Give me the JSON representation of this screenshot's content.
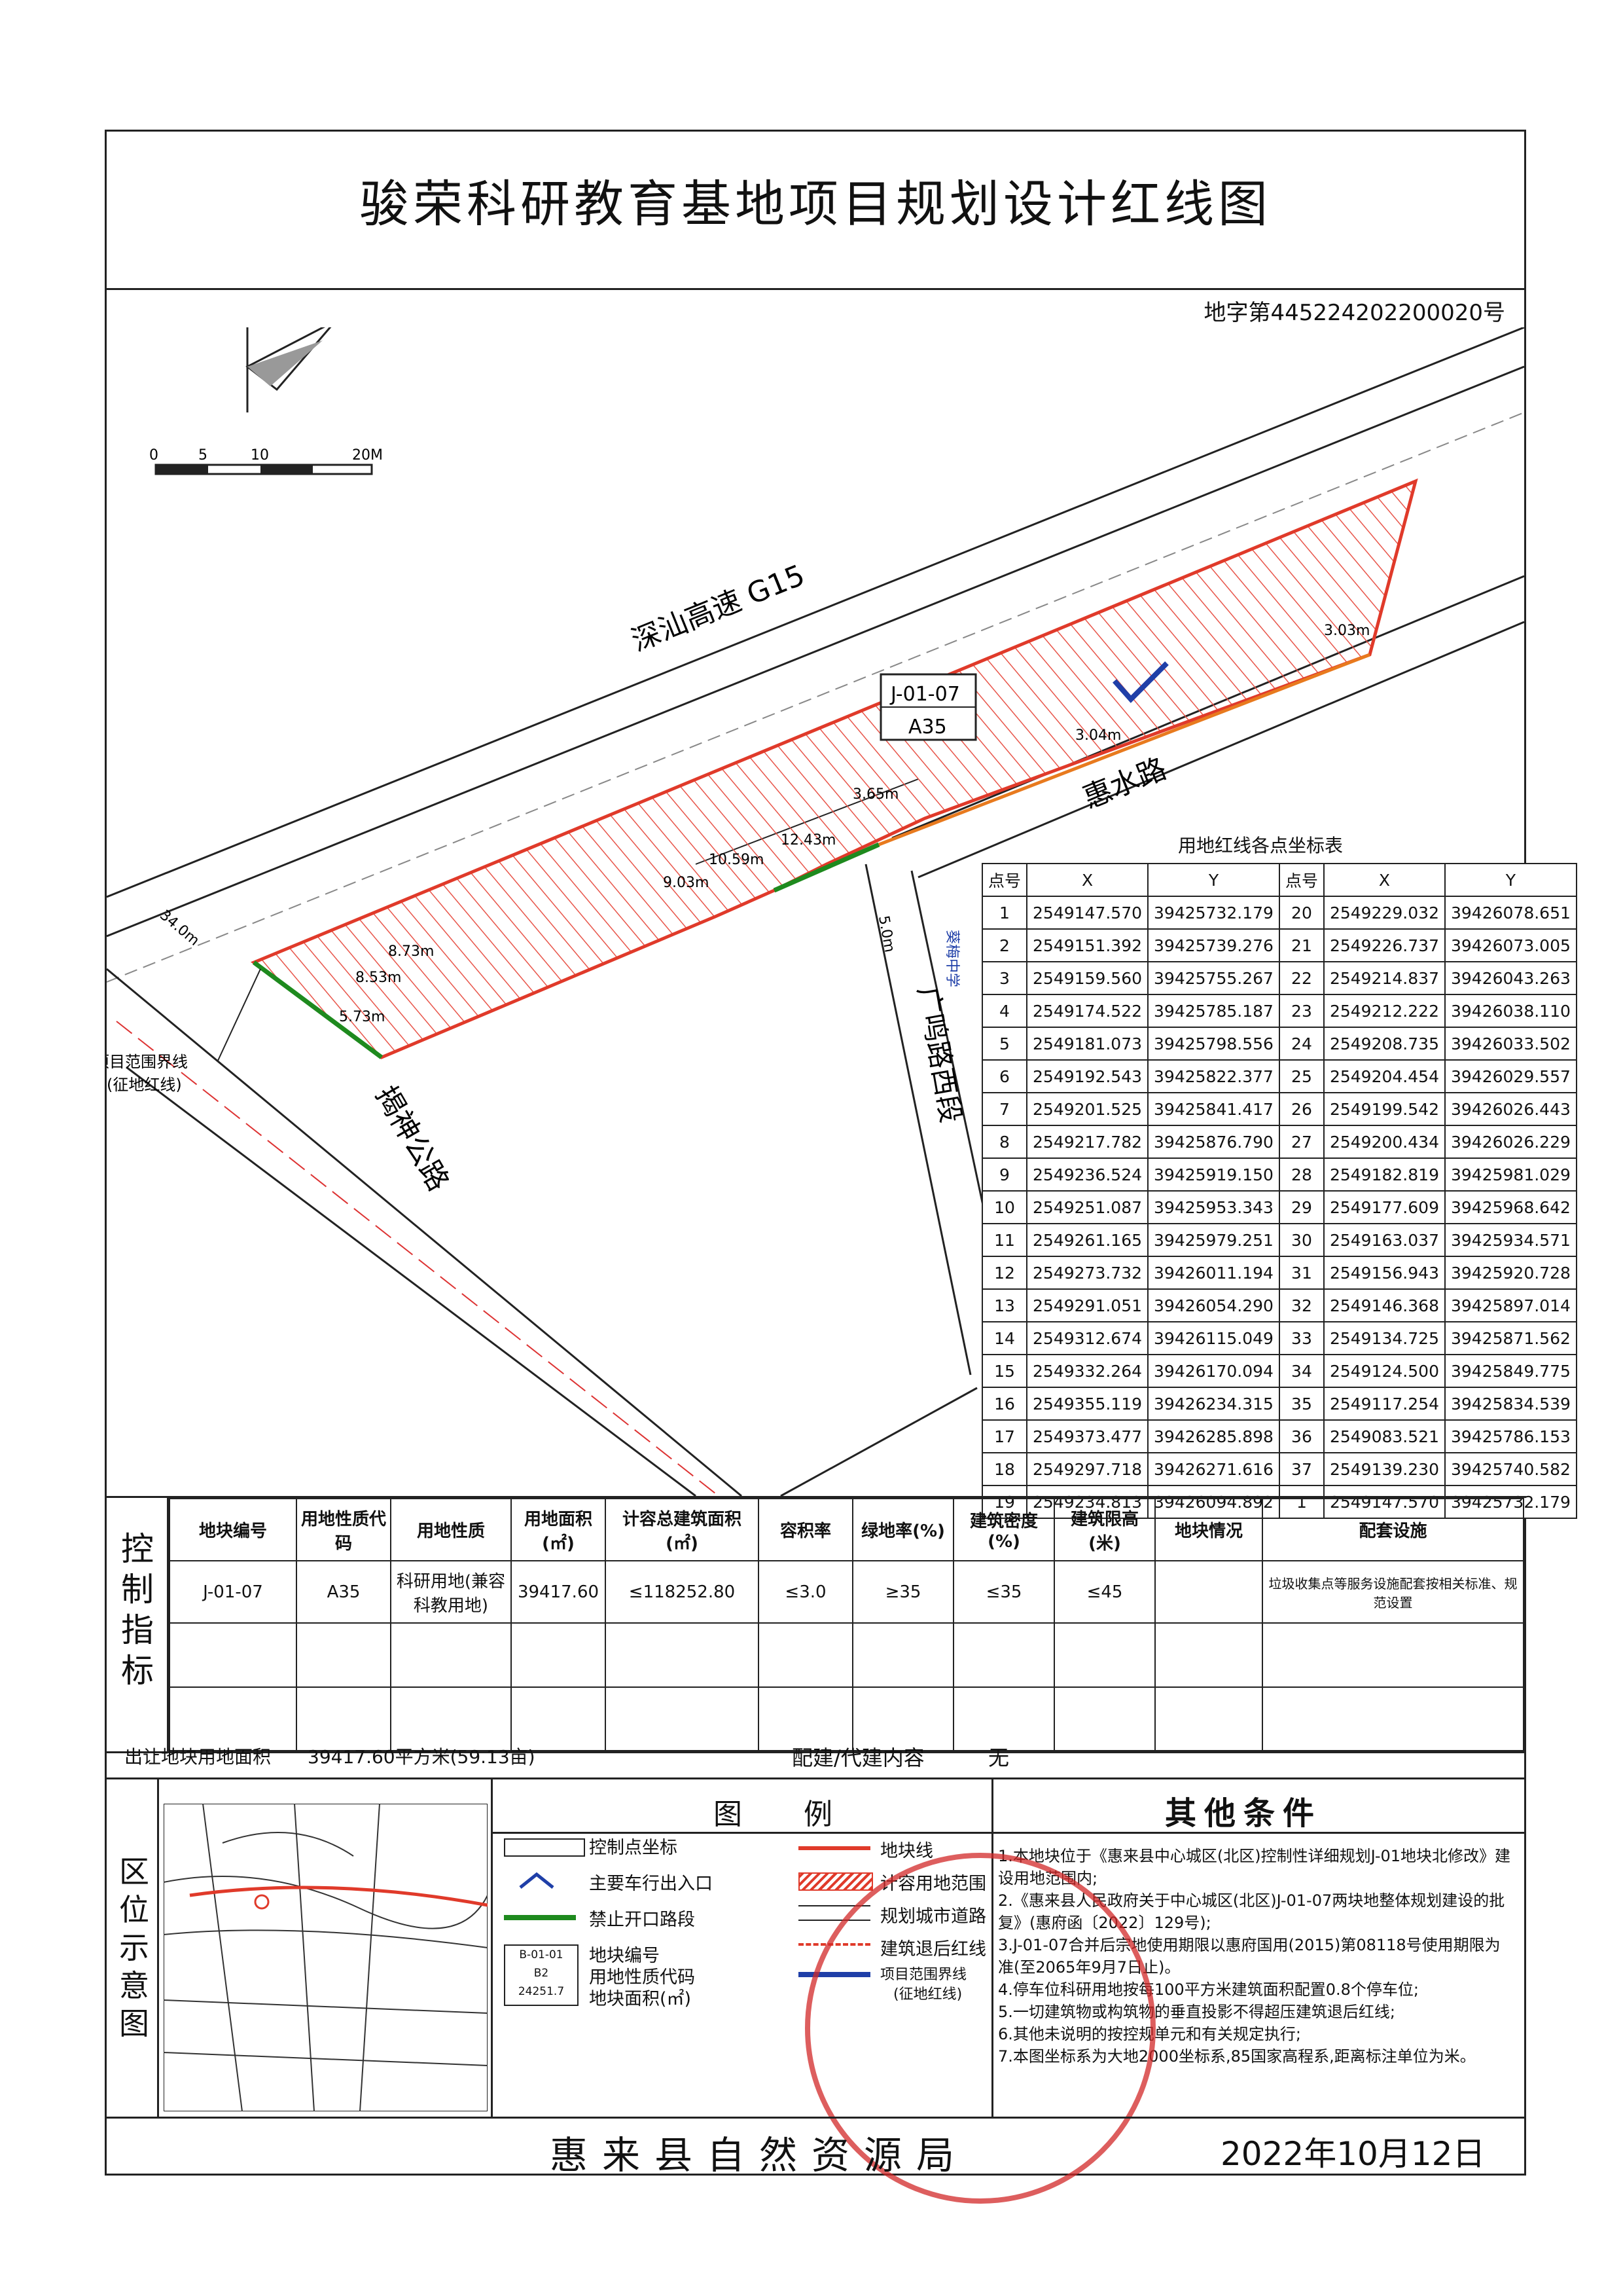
{
  "title": "骏荣科研教育基地项目规划设计红线图",
  "land_no": "地字第445224202200020号",
  "north": "N",
  "scale": {
    "labels": [
      "0",
      "5",
      "10",
      "20M"
    ]
  },
  "map_labels": {
    "highway": "深汕高速 G15",
    "road_hui_shui": "惠水路",
    "road_jie_shen": "揭神公路",
    "road_guang_ming": "广鸣路西段",
    "school": "葵梅中学",
    "parcel_code": "J-01-07",
    "parcel_use": "A35",
    "boundary_note_1": "项目范围界线",
    "boundary_note_2": "(征地红线)",
    "dims": [
      "34.0m",
      "12.43m",
      "10.59m",
      "9.03m",
      "8.73m",
      "8.53m",
      "5.73m",
      "3.04m",
      "3.65m",
      "3.03m",
      "5.0m"
    ]
  },
  "coord_table": {
    "title": "用地红线各点坐标表",
    "headers": [
      "点号",
      "X",
      "Y",
      "点号",
      "X",
      "Y"
    ],
    "rows": [
      [
        "1",
        "2549147.570",
        "39425732.179",
        "20",
        "2549229.032",
        "39426078.651"
      ],
      [
        "2",
        "2549151.392",
        "39425739.276",
        "21",
        "2549226.737",
        "39426073.005"
      ],
      [
        "3",
        "2549159.560",
        "39425755.267",
        "22",
        "2549214.837",
        "39426043.263"
      ],
      [
        "4",
        "2549174.522",
        "39425785.187",
        "23",
        "2549212.222",
        "39426038.110"
      ],
      [
        "5",
        "2549181.073",
        "39425798.556",
        "24",
        "2549208.735",
        "39426033.502"
      ],
      [
        "6",
        "2549192.543",
        "39425822.377",
        "25",
        "2549204.454",
        "39426029.557"
      ],
      [
        "7",
        "2549201.525",
        "39425841.417",
        "26",
        "2549199.542",
        "39426026.443"
      ],
      [
        "8",
        "2549217.782",
        "39425876.790",
        "27",
        "2549200.434",
        "39426026.229"
      ],
      [
        "9",
        "2549236.524",
        "39425919.150",
        "28",
        "2549182.819",
        "39425981.029"
      ],
      [
        "10",
        "2549251.087",
        "39425953.343",
        "29",
        "2549177.609",
        "39425968.642"
      ],
      [
        "11",
        "2549261.165",
        "39425979.251",
        "30",
        "2549163.037",
        "39425934.571"
      ],
      [
        "12",
        "2549273.732",
        "39426011.194",
        "31",
        "2549156.943",
        "39425920.728"
      ],
      [
        "13",
        "2549291.051",
        "39426054.290",
        "32",
        "2549146.368",
        "39425897.014"
      ],
      [
        "14",
        "2549312.674",
        "39426115.049",
        "33",
        "2549134.725",
        "39425871.562"
      ],
      [
        "15",
        "2549332.264",
        "39426170.094",
        "34",
        "2549124.500",
        "39425849.775"
      ],
      [
        "16",
        "2549355.119",
        "39426234.315",
        "35",
        "2549117.254",
        "39425834.539"
      ],
      [
        "17",
        "2549373.477",
        "39426285.898",
        "36",
        "2549083.521",
        "39425786.153"
      ],
      [
        "18",
        "2549297.718",
        "39426271.616",
        "37",
        "2549139.230",
        "39425740.582"
      ],
      [
        "19",
        "2549234.813",
        "39426094.892",
        "1",
        "2549147.570",
        "39425732.179"
      ]
    ]
  },
  "control": {
    "side_label": "控制指标",
    "headers": [
      "地块编号",
      "用地性质代码",
      "用地性质",
      "用地面积(㎡)",
      "计容总建筑面积(㎡)",
      "容积率",
      "绿地率(%)",
      "建筑密度(%)",
      "建筑限高(米)",
      "地块情况",
      "配套设施"
    ],
    "row": [
      "J-01-07",
      "A35",
      "科研用地(兼容科教用地)",
      "39417.60",
      "≤118252.80",
      "≤3.0",
      "≥35",
      "≤35",
      "≤45",
      "",
      "垃圾收集点等服务设施配套按相关标准、规范设置"
    ]
  },
  "transfer": {
    "area_label": "出让地块用地面积",
    "area_value": "39417.60平方米(59.13亩)",
    "extra_label": "配建/代建内容",
    "extra_value": "无"
  },
  "legend": {
    "side_label": "区位示意图",
    "title": "图 例",
    "items_left": [
      "控制点坐标",
      "主要车行出入口",
      "禁止开口路段",
      "地块编号",
      "用地性质代码",
      "地块面积(㎡)"
    ],
    "items_right": [
      "地块线",
      "计容用地范围",
      "规划城市道路",
      "建筑退后红线",
      "项目范围界线",
      "(征地红线)"
    ],
    "sample_codes": [
      "B-01-01",
      "B2",
      "24251.7"
    ]
  },
  "conditions": {
    "title": "其他条件",
    "items": [
      "1.本地块位于《惠来县中心城区(北区)控制性详细规划J-01地块北修改》建设用地范围内;",
      "2.《惠来县人民政府关于中心城区(北区)J-01-07两块地整体规划建设的批复》(惠府函〔2022〕129号);",
      "3.J-01-07合并后宗地使用期限以惠府国用(2015)第08118号使用期限为准(至2065年9月7日止)。",
      "4.停车位科研用地按每100平方米建筑面积配置0.8个停车位;",
      "5.一切建筑物或构筑物的垂直投影不得超压建筑退后红线;",
      "6.其他未说明的按控规单元和有关规定执行;",
      "7.本图坐标系为大地2000坐标系,85国家高程系,距离标注单位为米。"
    ]
  },
  "footer": {
    "authority": "惠来县自然资源局",
    "date": "2022年10月12日"
  },
  "colors": {
    "red_line": "#e03a2a",
    "hatch": "#e8554a",
    "green": "#1e8a1e",
    "blue": "#1f3fa8",
    "stamp": "#d22828"
  }
}
